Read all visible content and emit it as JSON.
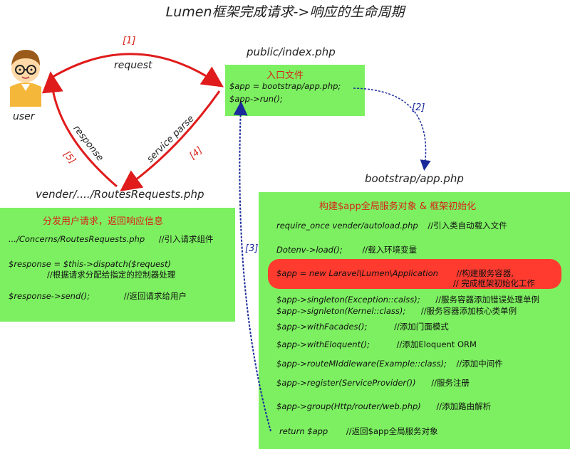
{
  "title": "Lumen框架完成请求->响应的生命周期",
  "user_label": "user",
  "arrow_labels": {
    "step1": "[1]",
    "request": "request",
    "step2": "[2]",
    "step3": "[3]",
    "step4": "[4]",
    "step5": "[5]",
    "response": "response",
    "service_parse": "service parse"
  },
  "entry": {
    "path": "public/index.php",
    "heading": "入口文件",
    "lines": [
      "$app = bootstrap/app.php;",
      "$app->run();"
    ]
  },
  "bootstrap": {
    "path": "bootstrap/app.php",
    "heading": "构建$app全局服务对象 & 框架初始化",
    "lines": [
      {
        "code": "require_once vender/autoload.php",
        "comment": "//引入类自动载入文件"
      },
      {
        "code": "Dotenv->load();",
        "comment": "//载入环境变量"
      },
      {
        "code": "$app = new Laravel\\Lumen\\Application",
        "comment": "//构建服务容器,",
        "comment2": "// 完成框架初始化工作"
      },
      {
        "code": "$app->singleton(Exception::calss);",
        "comment": "//服务容器添加错误处理单例"
      },
      {
        "code": "$app->signleton(Kernel::class);",
        "comment": "//服务容器添加核心类单例"
      },
      {
        "code": "$app->withFacades();",
        "comment": "//添加门面模式"
      },
      {
        "code": "$app->withEloquent();",
        "comment": "//添加Eloquent ORM"
      },
      {
        "code": "$app->routeMIddleware(Example::class);",
        "comment": "//添加中间件"
      },
      {
        "code": "$app->register(ServiceProvider())",
        "comment": "//服务注册"
      },
      {
        "code": "$app->group(Http/router/web.php)",
        "comment": "//添加路由解析"
      },
      {
        "code": "return  $app",
        "comment": "//返回$app全局服务对象"
      }
    ]
  },
  "routes": {
    "path": "vender/..../RoutesRequests.php",
    "heading": "分发用户请求，返回响应信息",
    "lines": [
      {
        "code": ".../Concerns/RoutesRequests.php",
        "comment": "//引入请求组件"
      },
      {
        "code": "$response = $this->dispatch($request)",
        "comment": "//根据请求分配给指定的控制器处理"
      },
      {
        "code": "$response->send();",
        "comment": "//返回请求给用户"
      }
    ]
  },
  "colors": {
    "box_green": "#7cf060",
    "highlight_red": "#ff3b30",
    "arrow_red": "#e01b1b",
    "arrow_blue": "#1a2a9a"
  }
}
